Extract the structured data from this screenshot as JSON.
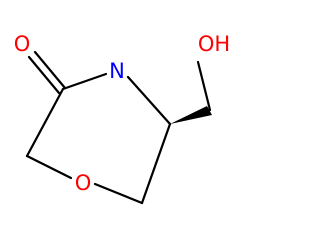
{
  "molecule": {
    "atoms": {
      "carbonyl_oxygen": {
        "symbol": "O",
        "color": "#ff0000"
      },
      "ring_nitrogen": {
        "symbol": "N",
        "color": "#0000ff"
      },
      "ring_oxygen": {
        "symbol": "O",
        "color": "#ff0000"
      },
      "hydroxyl": {
        "symbol": "OH",
        "color": "#ff0000"
      }
    },
    "bond_color": "#000000",
    "stereo_bond": "wedge"
  }
}
